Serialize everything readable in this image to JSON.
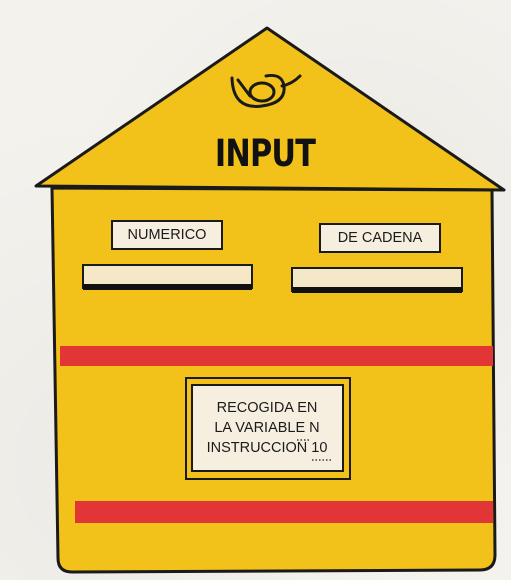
{
  "header": {
    "title": "INPUT",
    "emblem_icon": "post-horn-icon"
  },
  "boxes": {
    "numeric_label": "NUMERICO",
    "string_label": "DE CADENA"
  },
  "note": {
    "line1": "RECOGIDA EN",
    "line2": "LA VARIABLE N",
    "line3": "INSTRUCCION 10"
  },
  "colors": {
    "house_yellow": "#f2c21a",
    "stripe_red": "#e23636",
    "outline": "#1a1a1a",
    "label_bg": "#f6efe0"
  }
}
